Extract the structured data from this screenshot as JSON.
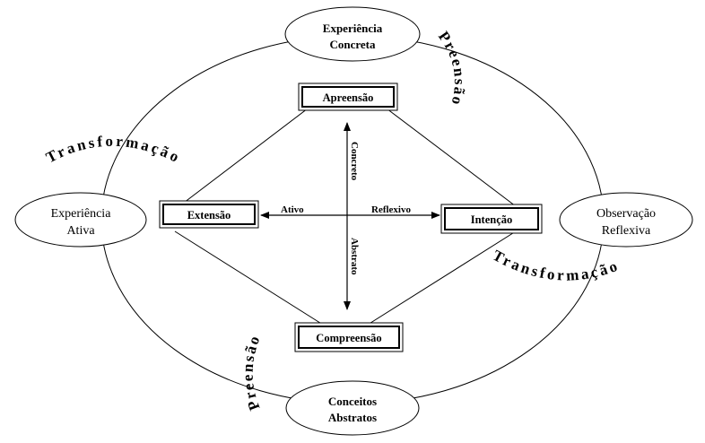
{
  "nodes": {
    "experiencia_concreta": [
      "Experiência",
      "Concreta"
    ],
    "experiencia_ativa": [
      "Experiência",
      "Ativa"
    ],
    "observacao_reflexiva": [
      "Observação",
      "Reflexiva"
    ],
    "conceitos_abstratos": [
      "Conceitos",
      "Abstratos"
    ]
  },
  "boxes": {
    "apreensao": "Apreensão",
    "extensao": "Extensão",
    "intencao": "Intenção",
    "compreensao": "Compreensão"
  },
  "axes": {
    "ativo": "Ativo",
    "reflexivo": "Reflexivo",
    "concreto": "Concreto",
    "abstrato": "Abstrato"
  },
  "arcs": {
    "preensao_top": "Preensão",
    "transformacao_left": "Transformação",
    "transformacao_right": "Transformação",
    "preensao_bottom": "Preensão"
  }
}
